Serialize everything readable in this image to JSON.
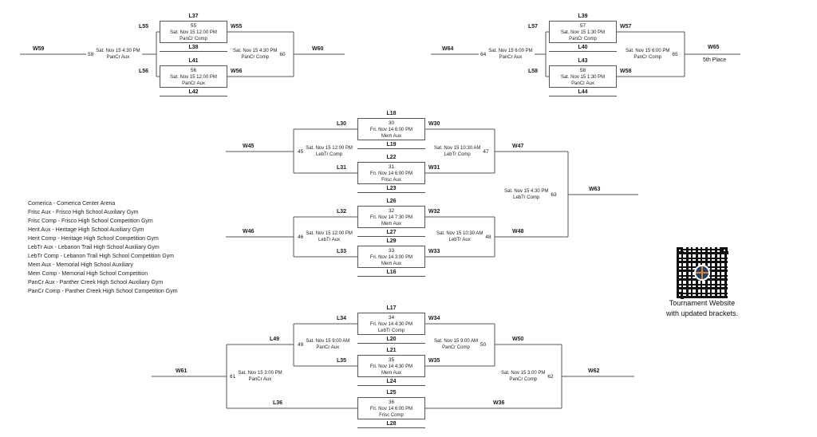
{
  "page": {
    "background": "#ffffff",
    "line_color": "#555555",
    "accent_navy": "#1d3f6e",
    "accent_orange": "#e8801a"
  },
  "legend": {
    "items": [
      "Comerica - Comerica Center Arena",
      "Frisc Aux - Frisco High School Auxiliary Gym",
      "Frisc Comp - Frisco High School Competition Gym",
      "Herit Aux - Heritage High School Auxiliary Gym",
      "Herit Comp - Heritage High School Competition Gym",
      "LebTr Aux - Lebanon Trail High School Auxiliary Gym",
      "LebTr Comp - Lebanon Trail High School Competition Gym",
      "Mem Aux - Memorial High School Auxiliary",
      "Mem Comp - Memorial High School Competition",
      "PanCr Aux - Panther Creek High School Auxiliary Gym",
      "PanCr Comp - Panther Creek High School Competition Gym"
    ]
  },
  "qr": {
    "caption_line1": "Tournament Website",
    "caption_line2": "with updated brackets."
  },
  "box_games": [
    {
      "top_seed": "L37",
      "number": "55",
      "datetime": "Sat. Nov 15 12:00 PM",
      "venue": "PanCr Comp",
      "bottom_seed": "L38"
    },
    {
      "top_seed": "L41",
      "number": "56",
      "datetime": "Sat. Nov 15 12:00 PM",
      "venue": "PanCr Aux",
      "bottom_seed": "L42"
    },
    {
      "top_seed": "L39",
      "number": "57",
      "datetime": "Sat. Nov 15 1:30 PM",
      "venue": "PanCr Comp",
      "bottom_seed": "L40"
    },
    {
      "top_seed": "L43",
      "number": "58",
      "datetime": "Sat. Nov 15 1:30 PM",
      "venue": "PanCr Aux",
      "bottom_seed": "L44"
    },
    {
      "top_seed": "L18",
      "number": "30",
      "datetime": "Fri. Nov 14 6:00 PM",
      "venue": "Mem Aux",
      "bottom_seed": "L19"
    },
    {
      "top_seed": "L22",
      "number": "31",
      "datetime": "Fri. Nov 14 6:00 PM",
      "venue": "Frisc Aux",
      "bottom_seed": "L23"
    },
    {
      "top_seed": "L26",
      "number": "32",
      "datetime": "Fri. Nov 14 7:30 PM",
      "venue": "Mem Aux",
      "bottom_seed": "L27"
    },
    {
      "top_seed": "L29",
      "number": "33",
      "datetime": "Fri. Nov 14 3:00 PM",
      "venue": "Mem Aux",
      "bottom_seed": "L16"
    },
    {
      "top_seed": "L17",
      "number": "34",
      "datetime": "Fri. Nov 14 4:30 PM",
      "venue": "LebTr Comp",
      "bottom_seed": "L20"
    },
    {
      "top_seed": "L21",
      "number": "35",
      "datetime": "Fri. Nov 14 4:30 PM",
      "venue": "Mem Aux",
      "bottom_seed": "L24"
    },
    {
      "top_seed": "L25",
      "number": "36",
      "datetime": "Fri. Nov 14 6:00 PM",
      "venue": "Frisc Comp",
      "bottom_seed": "L28"
    }
  ],
  "junction_games": [
    {
      "number": "59",
      "datetime": "Sat. Nov 15 4:30 PM",
      "venue": "PanCr Aux"
    },
    {
      "number": "60",
      "datetime": "Sat. Nov 15 4:30 PM",
      "venue": "PanCr Comp"
    },
    {
      "number": "64",
      "datetime": "Sat. Nov 15 6:00 PM",
      "venue": "PanCr Aux"
    },
    {
      "number": "65",
      "datetime": "Sat. Nov 15 6:00 PM",
      "venue": "PanCr Comp"
    },
    {
      "number": "45",
      "datetime": "Sat. Nov 15 12:00 PM",
      "venue": "LebTr Comp"
    },
    {
      "number": "47",
      "datetime": "Sat. Nov 15 10:30 AM",
      "venue": "LebTr Comp"
    },
    {
      "number": "46",
      "datetime": "Sat. Nov 15 12:00 PM",
      "venue": "LebTr Aux"
    },
    {
      "number": "48",
      "datetime": "Sat. Nov 15 10:30 AM",
      "venue": "LebTr Aux"
    },
    {
      "number": "63",
      "datetime": "Sat. Nov 15 4:30 PM",
      "venue": "LebTr Comp"
    },
    {
      "number": "49",
      "datetime": "Sat. Nov 15 9:00 AM",
      "venue": "PanCr Aux"
    },
    {
      "number": "50",
      "datetime": "Sat. Nov 15 9:00 AM",
      "venue": "PanCr Comp"
    },
    {
      "number": "61",
      "datetime": "Sat. Nov 15 3:00 PM",
      "venue": "PanCr Aux"
    },
    {
      "number": "62",
      "datetime": "Sat. Nov 15 3:00 PM",
      "venue": "PanCr Comp"
    }
  ],
  "labels": {
    "w59": "W59",
    "l55": "L55",
    "w55": "W55",
    "l56": "L56",
    "w56": "W56",
    "w60": "W60",
    "w64": "W64",
    "l57": "L57",
    "w57": "W57",
    "l58": "L58",
    "w58": "W58",
    "w65": "W65",
    "fifth_place": "5th Place",
    "w45": "W45",
    "l30": "L30",
    "w30": "W30",
    "l31": "L31",
    "w31": "W31",
    "w47": "W47",
    "w46": "W46",
    "l32": "L32",
    "w32": "W32",
    "l33": "L33",
    "w33": "W33",
    "w48": "W48",
    "w63": "W63",
    "l34": "L34",
    "w34": "W34",
    "l35": "L35",
    "w35": "W35",
    "w50": "W50",
    "l49": "L49",
    "l36": "L36",
    "w36": "W36",
    "w61": "W61",
    "w62": "W62"
  }
}
